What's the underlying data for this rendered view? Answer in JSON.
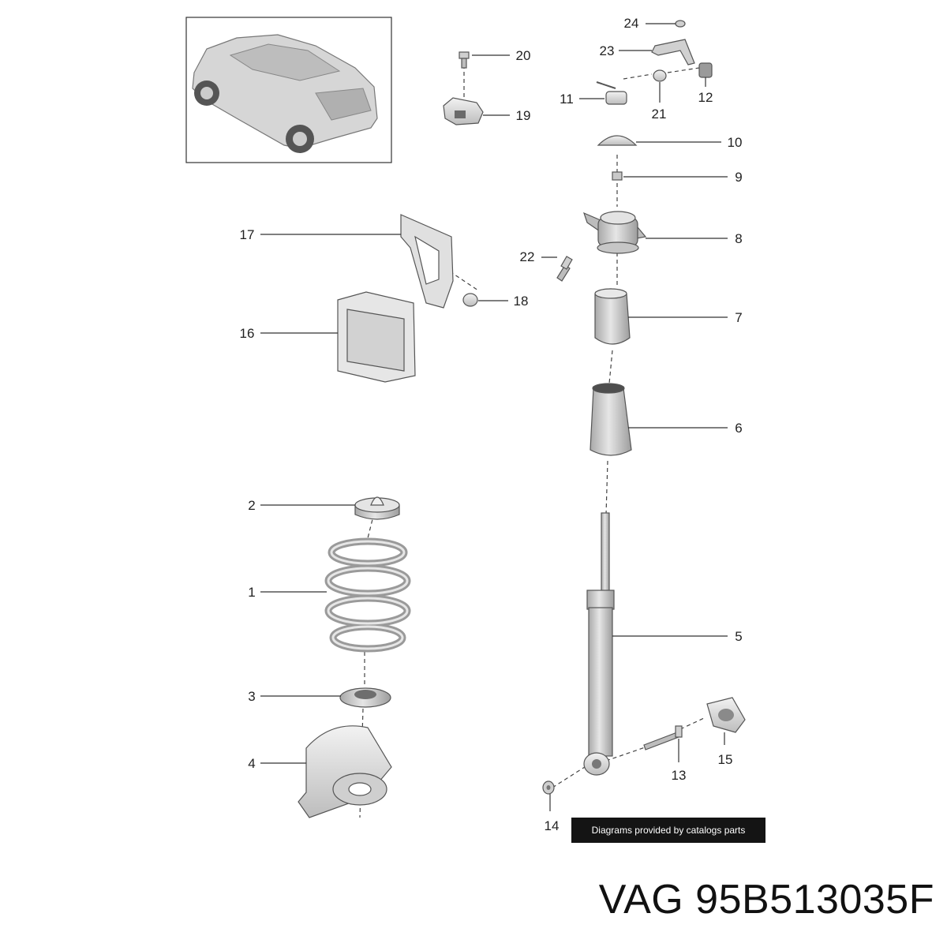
{
  "callouts": [
    "24",
    "23",
    "20",
    "11",
    "21",
    "12",
    "19",
    "10",
    "9",
    "17",
    "8",
    "22",
    "18",
    "16",
    "7",
    "6",
    "2",
    "1",
    "5",
    "3",
    "15",
    "13",
    "4",
    "14"
  ],
  "footer": {
    "banner": "Diagrams provided by catalogs parts",
    "part_number": "VAG 95B513035F"
  },
  "colors": {
    "part_fill": "#d9d9d9",
    "part_shade": "#b8b8b8",
    "banner_bg": "#141414"
  },
  "icons": [
    "car-icon"
  ]
}
